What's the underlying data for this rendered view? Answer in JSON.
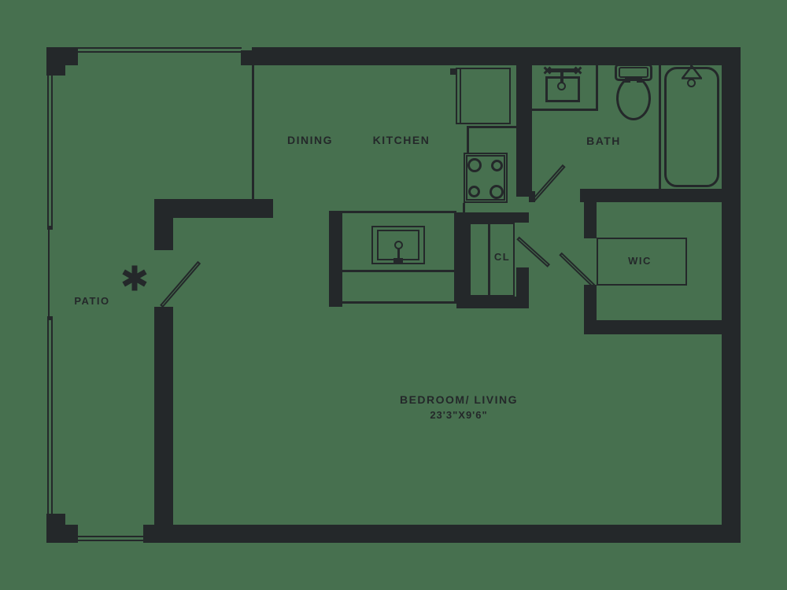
{
  "theme": {
    "background": "#47704F",
    "line": "#24282A"
  },
  "rooms": {
    "dining": "DINING",
    "kitchen": "KITCHEN",
    "bath": "BATH",
    "patio": "PATIO",
    "closet": "CL",
    "walk_in_closet": "WIC",
    "bedroom_living": "BEDROOM/ LIVING",
    "bedroom_living_dimensions": "23'3\"X9'6\""
  }
}
